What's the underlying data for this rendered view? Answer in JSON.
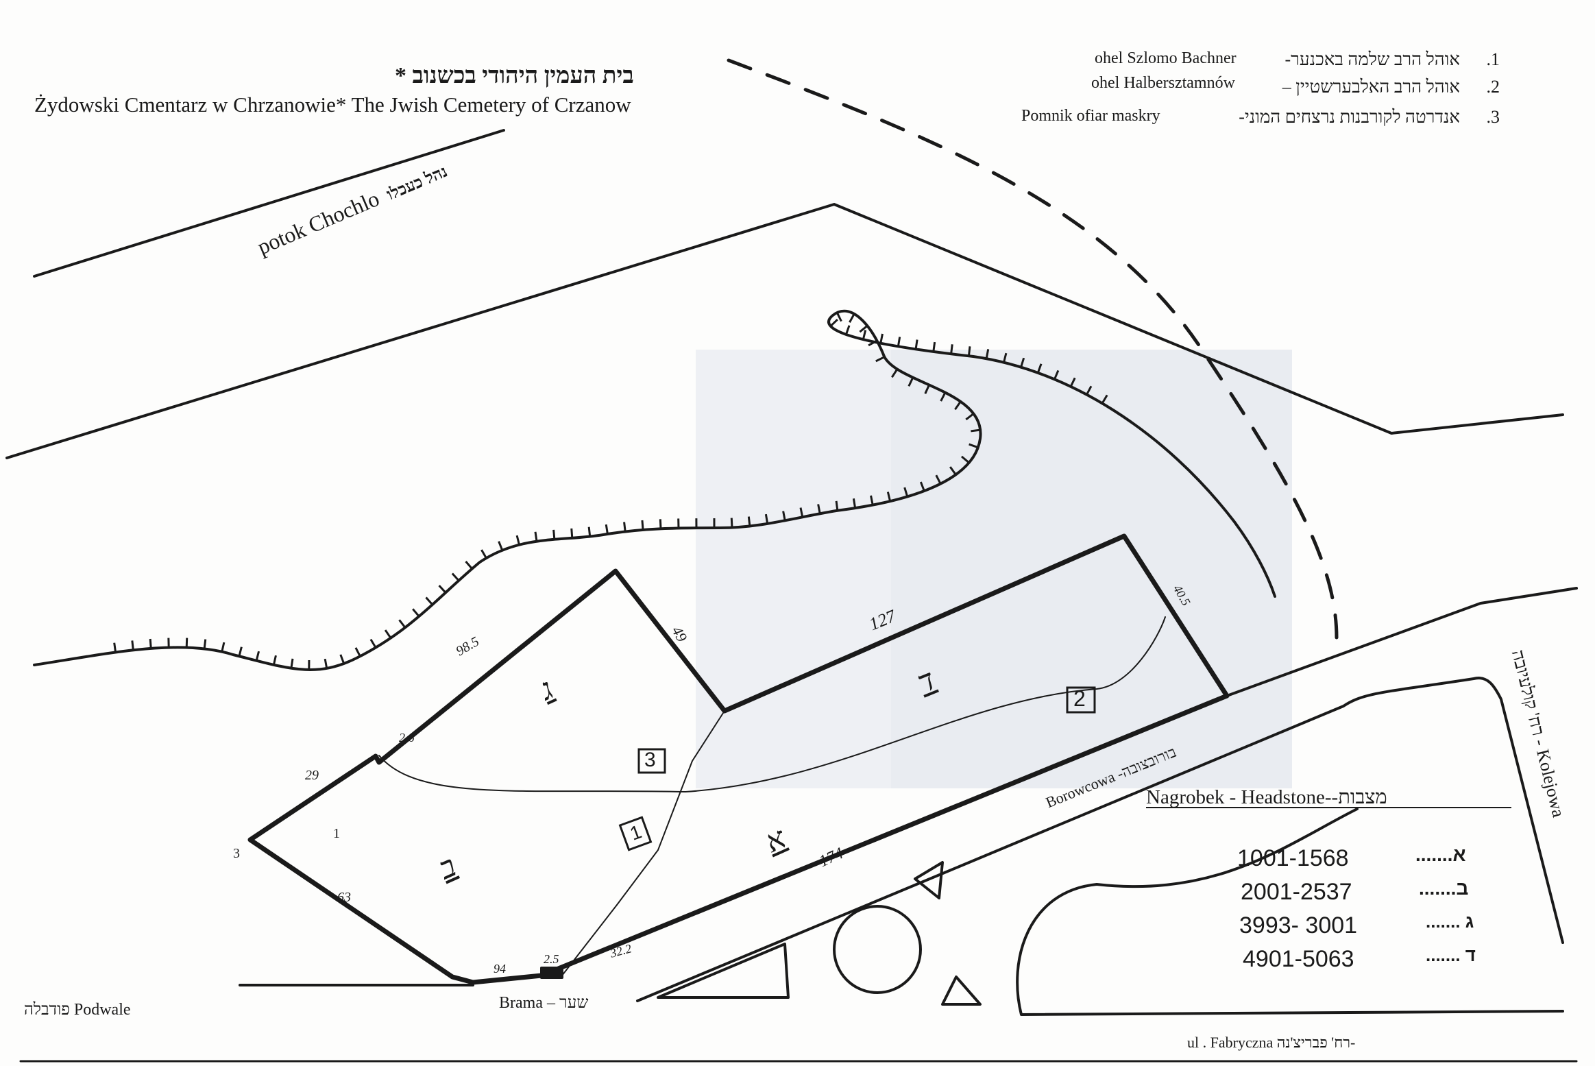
{
  "title": {
    "hebrew": "בית העמין היהודי בכשנוב *",
    "subtitle": "Żydowski Cmentarz w Chrzanowie* The Jwish Cemetery of Crzanow"
  },
  "legend_top": [
    {
      "num": ".1",
      "hebrew": "אוהל הרב שלמה באכנער-",
      "latin": "ohel Szlomo Bachner"
    },
    {
      "num": ".2",
      "hebrew": "אוהל הרב האלבערשטיין –",
      "latin": "ohel Halbersztamnów"
    },
    {
      "num": ".3",
      "hebrew": "אנדרטה לקורבנות נרצחים המוני-",
      "latin": "Pomnik ofiar maskry"
    }
  ],
  "places": {
    "stream": "potok Chochlo",
    "stream_he": "נהל כעכלו",
    "gate": "Brama – שער",
    "podwale": "פודבלה Podwale",
    "fabryczna": "ul . Fabryczna רח' פבריצ'נה-",
    "borowcowa": "Borowcowa -בורובצובה",
    "kolejowa": "רח' קולעיובה - Kolejowa"
  },
  "sections": {
    "aleph": "א",
    "bet": "ב",
    "gimel": "ג",
    "dalet": "ד"
  },
  "markers": {
    "one": "1",
    "two": "2",
    "three": "3"
  },
  "measurements": {
    "m127": "127",
    "m49": "49",
    "m985": "98.5",
    "m26": "2.6",
    "m29": "29",
    "m3": "3",
    "m63": "63",
    "m94": "94",
    "m25": "2.5",
    "m322": "32.2",
    "m174": "174",
    "m405": "40.5",
    "m1": "1"
  },
  "headstones": {
    "header": "Nagrobek - Headstone--מצבות",
    "rows": [
      {
        "range": "1001-1568",
        "letter": "א......."
      },
      {
        "range": "2001-2537",
        "letter": "ב......."
      },
      {
        "range": "3993- 3001",
        "letter": "ג ......."
      },
      {
        "range": "4901-5063",
        "letter": "ד ......."
      }
    ]
  },
  "colors": {
    "ink": "#1a1a1a",
    "shade": "#e7ebf1"
  }
}
